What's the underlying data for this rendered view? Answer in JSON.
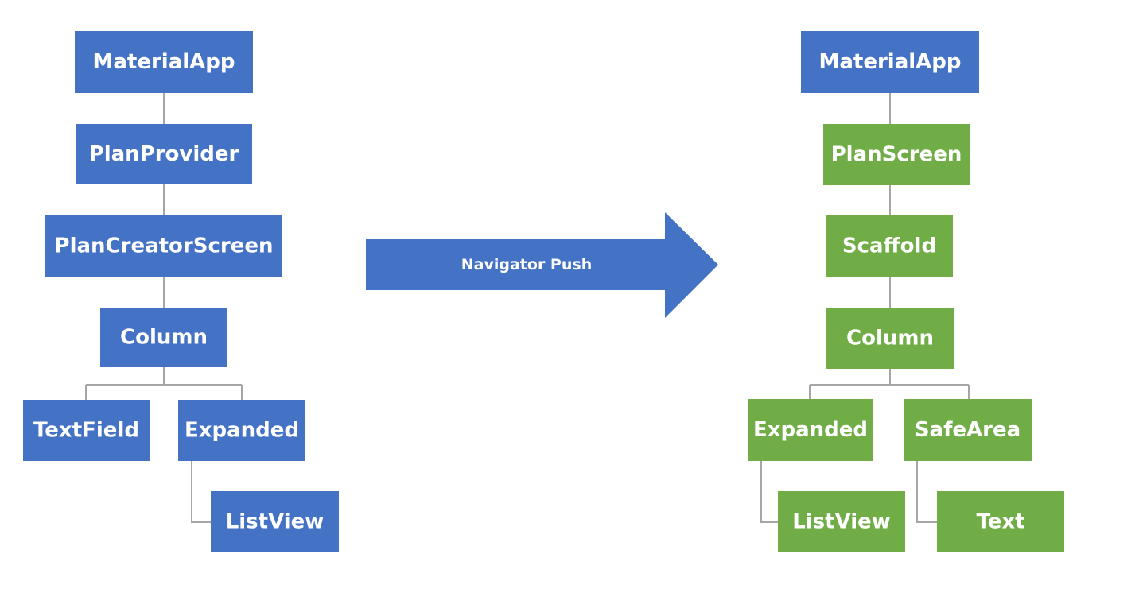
{
  "colors": {
    "blue": "#4472c4",
    "green": "#70ad47",
    "connector": "#a6a6a6"
  },
  "left_tree": {
    "material_app": "MaterialApp",
    "plan_provider": "PlanProvider",
    "plan_creator_screen": "PlanCreatorScreen",
    "column": "Column",
    "text_field": "TextField",
    "expanded": "Expanded",
    "list_view": "ListView"
  },
  "arrow": {
    "label": "Navigator Push"
  },
  "right_tree": {
    "material_app": "MaterialApp",
    "plan_screen": "PlanScreen",
    "scaffold": "Scaffold",
    "column": "Column",
    "expanded": "Expanded",
    "safe_area": "SafeArea",
    "list_view": "ListView",
    "text": "Text"
  }
}
